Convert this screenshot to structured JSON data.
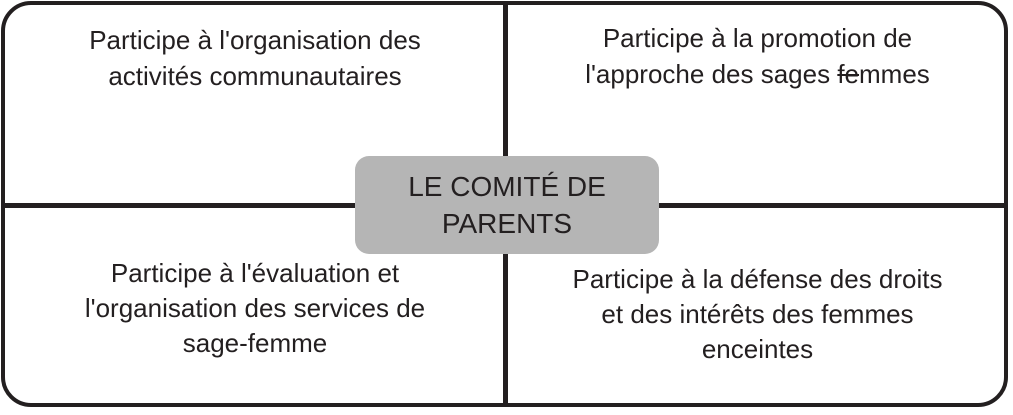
{
  "diagram": {
    "center_label": "LE COMITÉ DE\nPARENTS",
    "quadrants": {
      "top_left": {
        "text": "Participe à l'organisation des\nactivités communautaires"
      },
      "top_right": {
        "text_prefix": "Participe à la promotion de\nl'approche des sages ",
        "text_struck": "fe",
        "text_suffix": "mmes"
      },
      "bottom_left": {
        "text": "Participe à l'évaluation et\nl'organisation des services de\nsage-femme"
      },
      "bottom_right": {
        "text": "Participe à la défense des droits\net des intérêts des femmes\nenceintes"
      }
    },
    "colors": {
      "border": "#231f20",
      "text": "#231f20",
      "center_box_fill": "#b5b5b5",
      "background": "#ffffff"
    }
  }
}
